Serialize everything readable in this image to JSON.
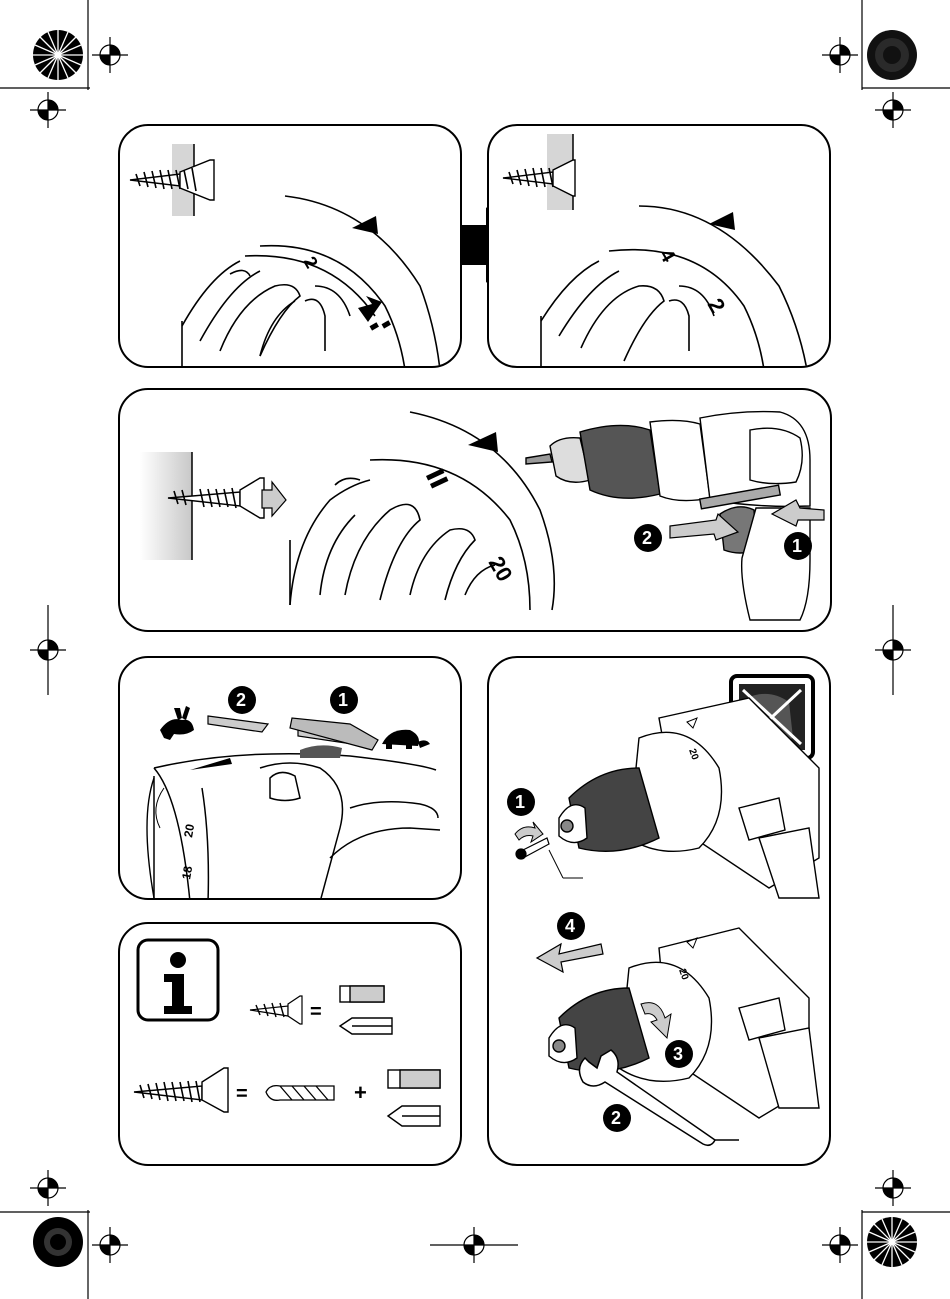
{
  "panel_a": {
    "dial_label": "2",
    "setting_label": ""
  },
  "panel_b": {
    "dial_labels": [
      "2",
      "4"
    ]
  },
  "panel_c": {
    "dial_label": "20",
    "small_dial_label": "20",
    "step_badges": [
      "2",
      "1"
    ]
  },
  "panel_d": {
    "step_badges": [
      "2",
      "1"
    ],
    "dial_labels": [
      "20",
      "18"
    ]
  },
  "panel_e": {
    "equals_top": "=",
    "equals_bottom": "=",
    "plus": "+"
  },
  "panel_f": {
    "step_badges": [
      "1",
      "4",
      "3",
      "2"
    ],
    "dial_labels": [
      "20",
      "20"
    ]
  }
}
